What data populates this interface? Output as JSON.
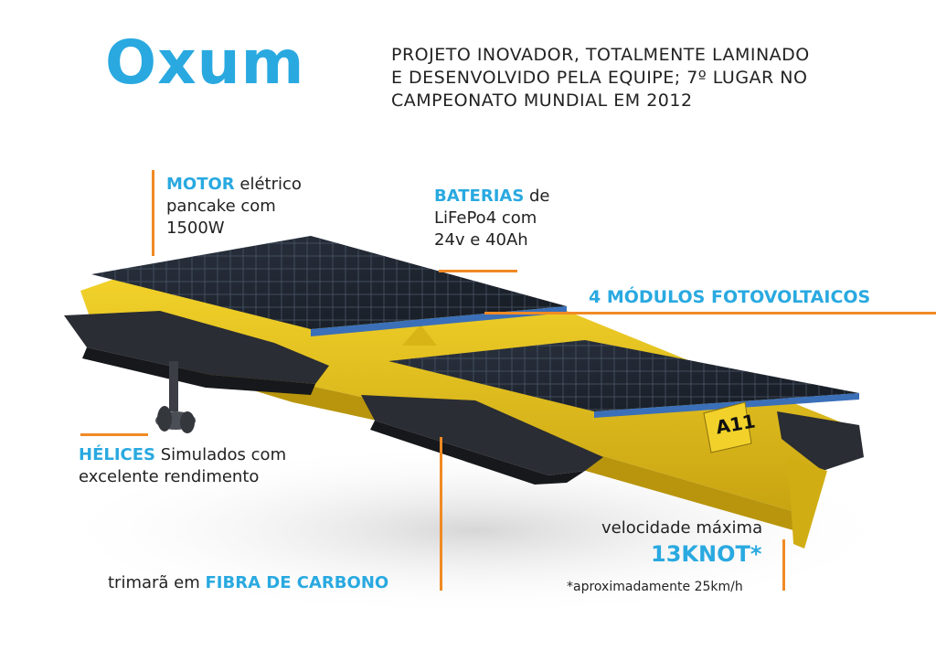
{
  "title": "Oxum",
  "headline": {
    "line1": "PROJETO INOVADOR, TOTALMENTE LAMINADO",
    "line2": "E DESENVOLVIDO PELA EQUIPE; 7º LUGAR NO",
    "line3": "CAMPEONATO MUNDIAL EM 2012"
  },
  "motor": {
    "highlight": "MOTOR",
    "rest": " elétrico",
    "line2": "pancake com",
    "line3": "1500W"
  },
  "baterias": {
    "highlight": "BATERIAS",
    "rest": " de",
    "line2": "LiFePo4 com",
    "line3": "24v e 40Ah"
  },
  "modulos": {
    "highlight": "4 MÓDULOS FOTOVOLTAICOS"
  },
  "helices": {
    "highlight": "HÉLICES",
    "rest": " Simulados com",
    "line2": "excelente rendimento"
  },
  "trimara": {
    "prefix": "trimarã em ",
    "highlight": "FIBRA DE CARBONO"
  },
  "velocidade": {
    "label": "velocidade máxima",
    "value": "13KNOT*",
    "note": "*aproximadamente 25km/h"
  },
  "boat_tag": "A11",
  "colors": {
    "accent": "#29a9e0",
    "lines": "#f08a24",
    "hull": "#e8c41a",
    "panel": "#1f2530"
  }
}
